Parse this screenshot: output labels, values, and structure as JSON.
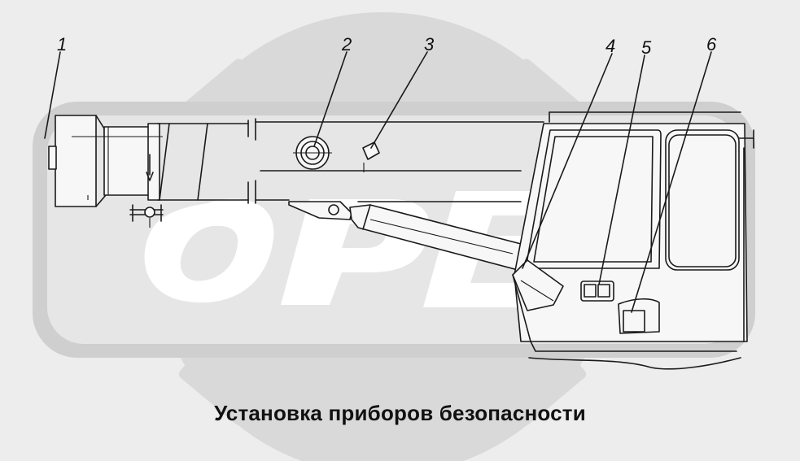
{
  "watermark": {
    "text": "OPEX",
    "fill_color": "#ffffff",
    "gear_color": "#d9d9d9"
  },
  "callouts": [
    {
      "id": "1",
      "label": "1"
    },
    {
      "id": "2",
      "label": "2"
    },
    {
      "id": "3",
      "label": "3"
    },
    {
      "id": "4",
      "label": "4"
    },
    {
      "id": "5",
      "label": "5"
    },
    {
      "id": "6",
      "label": "6"
    }
  ],
  "caption": "Установка приборов безопасности",
  "colors": {
    "background": "#ededed",
    "line": "#1a1a1a"
  }
}
